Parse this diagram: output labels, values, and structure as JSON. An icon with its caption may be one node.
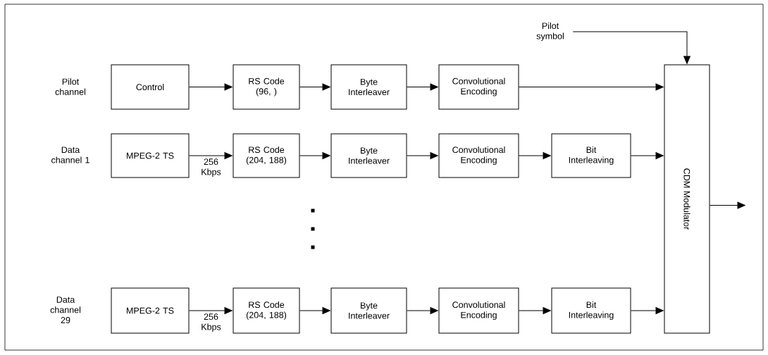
{
  "diagram": {
    "nodes": [
      {
        "text": [
          "Control"
        ]
      },
      {
        "text": [
          "RS Code (96, )"
        ]
      },
      {
        "text": [
          "Byte Interleaver"
        ]
      },
      {
        "text": [
          "Convolutional Encoding"
        ]
      },
      {
        "text": [
          "MPEG-2 TS"
        ]
      },
      {
        "text": [
          "RS Code (204, 188)"
        ]
      },
      {
        "text": [
          "Byte Interleaver"
        ]
      },
      {
        "text": [
          "Convolutional Encoding"
        ]
      },
      {
        "text": [
          "Bit Interleaving"
        ]
      },
      {
        "text": [
          "MPEG-2 TS"
        ]
      },
      {
        "text": [
          "RS Code (204, 188)"
        ]
      },
      {
        "text": [
          "Byte Interleaver"
        ]
      },
      {
        "text": [
          "Convolutional Encoding"
        ]
      },
      {
        "text": [
          "Bit Interleaving"
        ]
      },
      {
        "text": [
          "CDM Modulator"
        ]
      },
      {
        "text": [
          "Pilot symbol"
        ]
      }
    ],
    "edges": [
      {
        "from": 0,
        "to": 1,
        "arrow": "to"
      },
      {
        "from": 1,
        "to": 2,
        "arrow": "to"
      },
      {
        "from": 2,
        "to": 3,
        "arrow": "to"
      },
      {
        "from": 3,
        "to": 14,
        "arrow": "to"
      },
      {
        "from": 4,
        "to": 5,
        "arrow": "to",
        "label": "256 Kbps"
      },
      {
        "from": 5,
        "to": 6,
        "arrow": "to"
      },
      {
        "from": 6,
        "to": 7,
        "arrow": "to"
      },
      {
        "from": 7,
        "to": 8,
        "arrow": "to"
      },
      {
        "from": 8,
        "to": 14,
        "arrow": "to"
      },
      {
        "from": 9,
        "to": 10,
        "arrow": "to",
        "label": "256 Kbps"
      },
      {
        "from": 10,
        "to": 11,
        "arrow": "to"
      },
      {
        "from": 11,
        "to": 12,
        "arrow": "to"
      },
      {
        "from": 12,
        "to": 13,
        "arrow": "to"
      },
      {
        "from": 13,
        "to": 14,
        "arrow": "to"
      },
      {
        "from": 15,
        "to": 14,
        "arrow": "to"
      },
      {
        "from": 14,
        "to": null,
        "arrow": "to"
      }
    ],
    "labels": [
      "Pilot channel",
      "Data channel 1",
      "Data channel 29"
    ]
  }
}
